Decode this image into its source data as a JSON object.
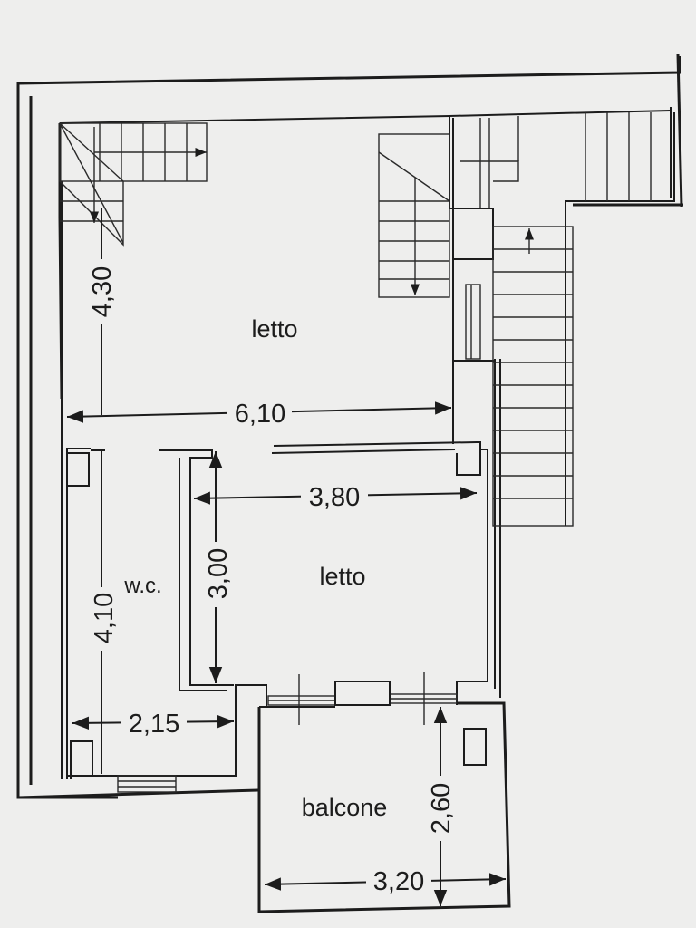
{
  "rooms": {
    "upper_bedroom": "letto",
    "lower_bedroom": "letto",
    "wc": "w.c.",
    "balcony": "balcone"
  },
  "dimensions": {
    "upper_height": "4,30",
    "upper_width": "6,10",
    "lower_width": "3,80",
    "lower_height": "3,00",
    "wc_height": "4,10",
    "wc_width": "2,15",
    "balcony_height": "2,60",
    "balcony_width": "3,20"
  }
}
